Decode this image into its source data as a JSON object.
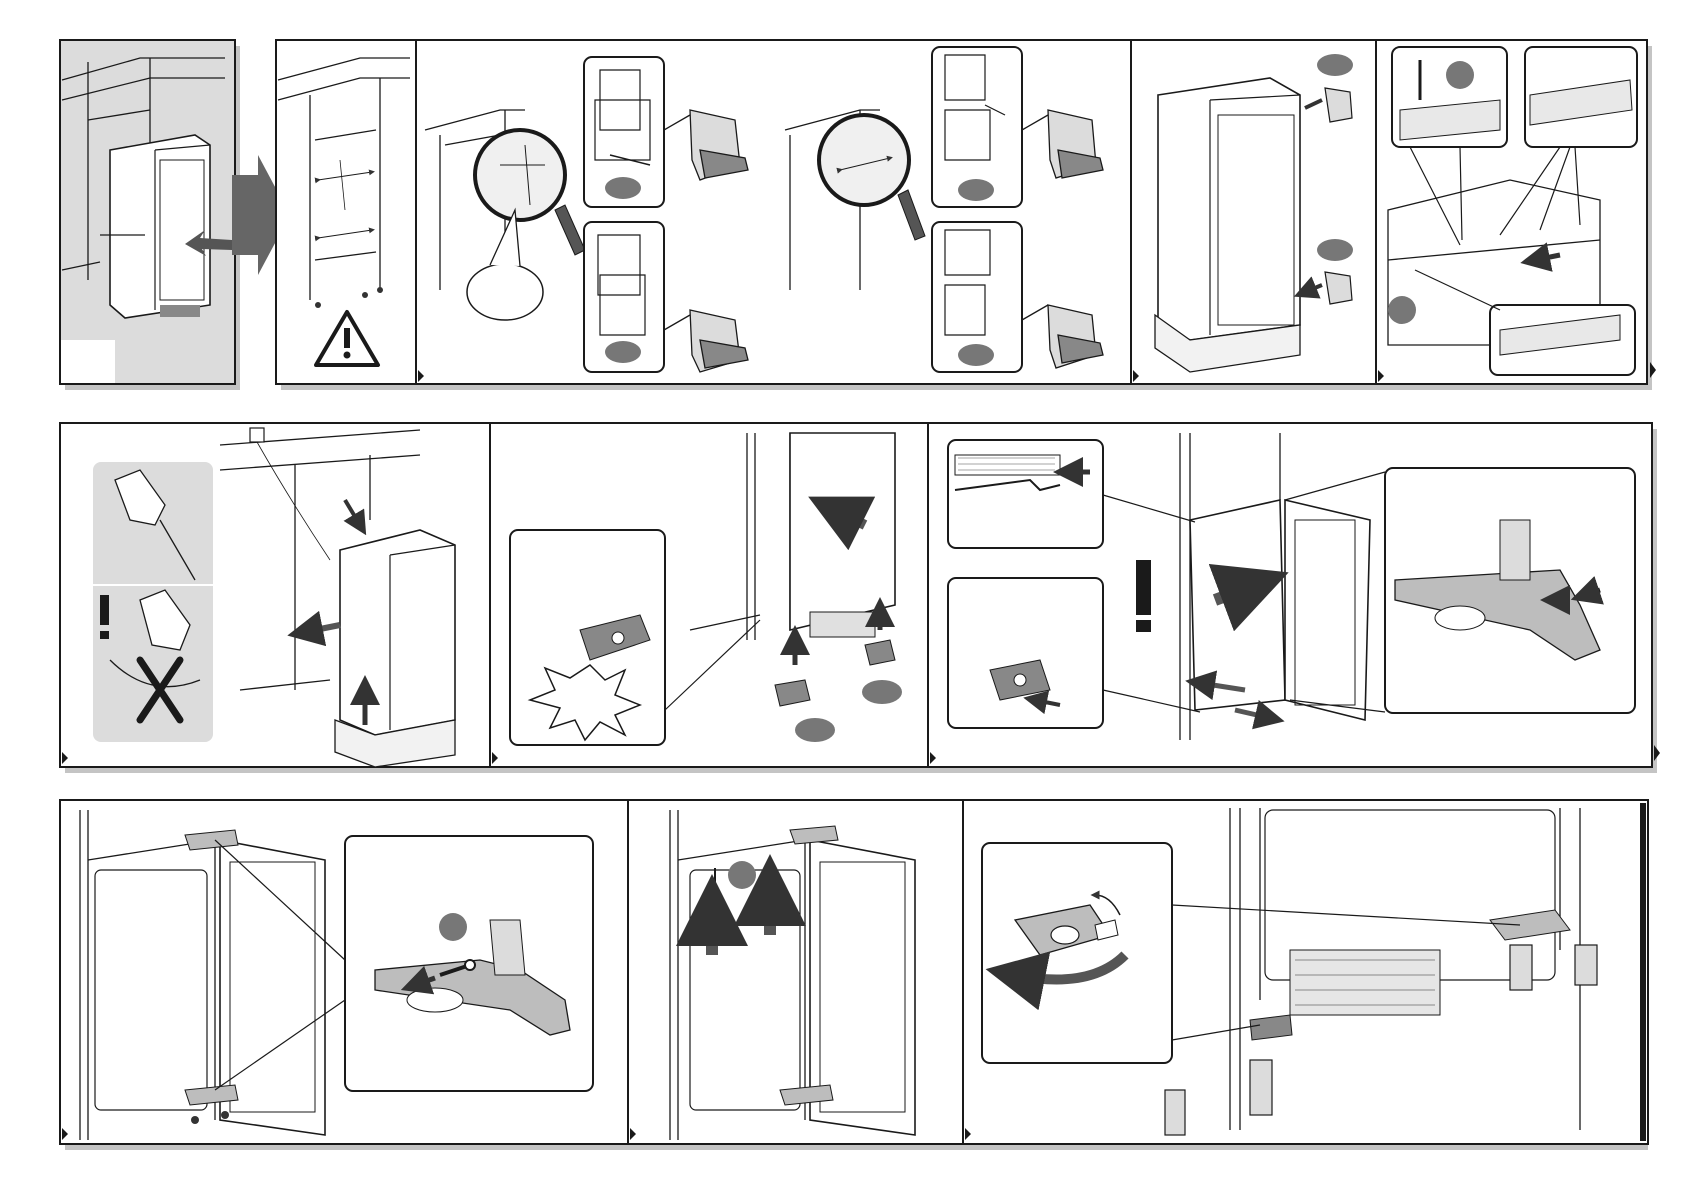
{
  "document": {
    "type": "installation-instructions",
    "rows": 3,
    "panel_count": 11,
    "footer_text": "",
    "colors": {
      "line": "#1a1a1a",
      "shadow": "#c4c4c4",
      "grey_fill": "#dcdcdc",
      "dark_arrow": "#555555",
      "badge": "#777777",
      "white": "#ffffff"
    }
  },
  "icons": {
    "warning": "warning-triangle-icon",
    "attention": "exclamation-icon",
    "forbidden": "cross-icon",
    "continue": "continue-marker-icon"
  }
}
